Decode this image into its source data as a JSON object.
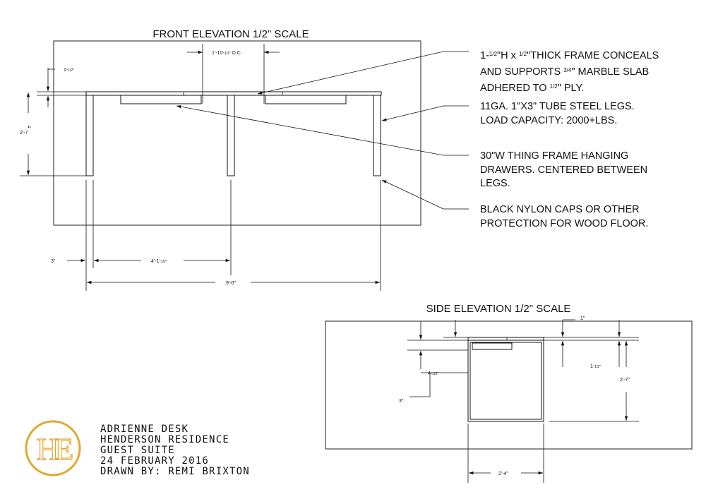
{
  "front": {
    "title": "FRONT ELEVATION 1/2\" SCALE",
    "dims": {
      "top_thk": "1-",
      "top_thk_frac": "1/2\"",
      "spacing_oc_a": "1'-10-",
      "spacing_oc_frac": "1/2\"",
      "spacing_oc_b": " O.C.",
      "height_a": "2'-7",
      "height_b": "\"",
      "leg_width": "3\"",
      "half_span_a": "4'-1-",
      "half_span_frac": "1/2\"",
      "total": "9'-0\""
    }
  },
  "notes": {
    "frame_1a": "1-",
    "frame_1_frac": "1/2",
    "frame_1b": "\"H x ",
    "frame_1_frac2": "1/2",
    "frame_1c": "\"THICK FRAME CONCEALS",
    "frame_2a": "AND SUPPORTS ",
    "frame_2_frac": "3/4",
    "frame_2b": "\" MARBLE SLAB",
    "frame_3a": "ADHERED TO ",
    "frame_3_frac": "1/2",
    "frame_3b": "\" PLY.",
    "legs_1": "11GA. 1\"X3\" TUBE STEEL LEGS.",
    "legs_2": "LOAD CAPACITY:  2000+LBS.",
    "drawers_1": "30\"W THING FRAME HANGING",
    "drawers_2": "DRAWERS. CENTERED BETWEEN",
    "drawers_3": "LEGS.",
    "caps_1": "BLACK NYLON CAPS OR OTHER",
    "caps_2": "PROTECTION FOR WOOD FLOOR."
  },
  "side": {
    "title": "SIDE ELEVATION 1/2\" SCALE",
    "dims": {
      "slab": "1\"",
      "frame_a": "1-",
      "frame_frac": "1/2\"",
      "drawer_a": "4-",
      "drawer_frac": "1/2\"",
      "leg": "3\"",
      "height": "2'-7\"",
      "depth": "2'-4\""
    }
  },
  "title_block": {
    "logo_letters": "HE",
    "line1": "ADRIENNE DESK",
    "line2": "HENDERSON RESIDENCE",
    "line3": "GUEST SUITE",
    "line4": "24 FEBRUARY 2016",
    "line5": "DRAWN BY: REMI BRIXTON"
  },
  "colors": {
    "logo_gold": "#E2A72E",
    "line": "#111111"
  }
}
